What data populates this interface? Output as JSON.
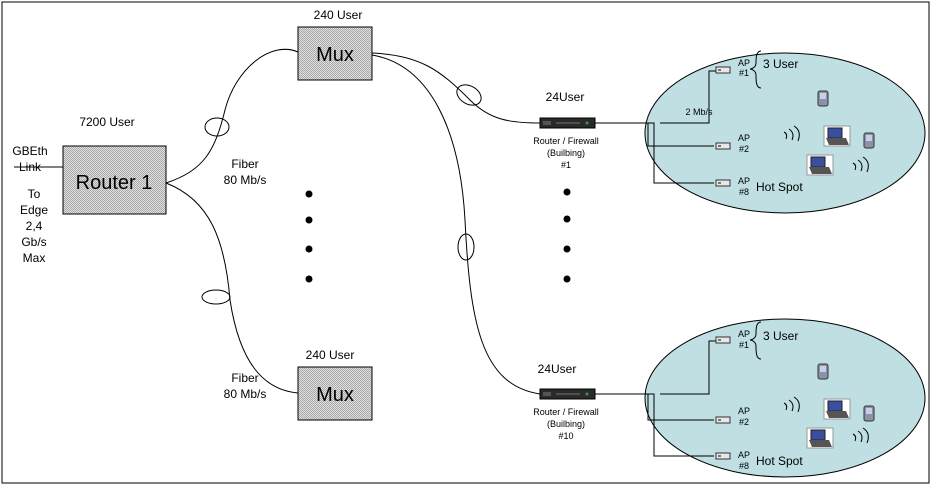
{
  "router": {
    "name": "Router 1",
    "user_label": "7200 User",
    "link_label_1": "GBEth",
    "link_label_2": "Link",
    "edge_1": "To",
    "edge_2": "Edge",
    "edge_3": "2,4",
    "edge_4": "Gb/s",
    "edge_5": "Max"
  },
  "mux_top": {
    "name": "Mux",
    "user_label": "240 User",
    "fiber_1": "Fiber",
    "fiber_2": "80 Mb/s"
  },
  "mux_bottom": {
    "name": "Mux",
    "user_label": "240 User",
    "fiber_1": "Fiber",
    "fiber_2": "80 Mb/s"
  },
  "building_top": {
    "user_label": "24User",
    "caption_1": "Router / Firewall",
    "caption_2": "(Builbing)",
    "caption_3": "#1",
    "link_rate": "2 Mb/s",
    "ap1": [
      "AP",
      "#1"
    ],
    "ap2": [
      "AP",
      "#2"
    ],
    "ap8": [
      "AP",
      "#8"
    ],
    "users": "3 User",
    "hotspot": "Hot Spot"
  },
  "building_bottom": {
    "user_label": "24User",
    "caption_1": "Router / Firewall",
    "caption_2": "(Builbing)",
    "caption_3": "#10",
    "ap1": [
      "AP",
      "#1"
    ],
    "ap2": [
      "AP",
      "#2"
    ],
    "ap8": [
      "AP",
      "#8"
    ],
    "users": "3 User",
    "hotspot": "Hot Spot"
  },
  "colors": {
    "box_fill": "#d4d4d4",
    "ellipse_fill": "#bfdfe3",
    "router_device": "#2a2a2a",
    "router_led": "#2f9e3a"
  },
  "icons": [
    "pda-icon",
    "laptop-icon",
    "wifi-waves-icon",
    "access-point-icon"
  ]
}
